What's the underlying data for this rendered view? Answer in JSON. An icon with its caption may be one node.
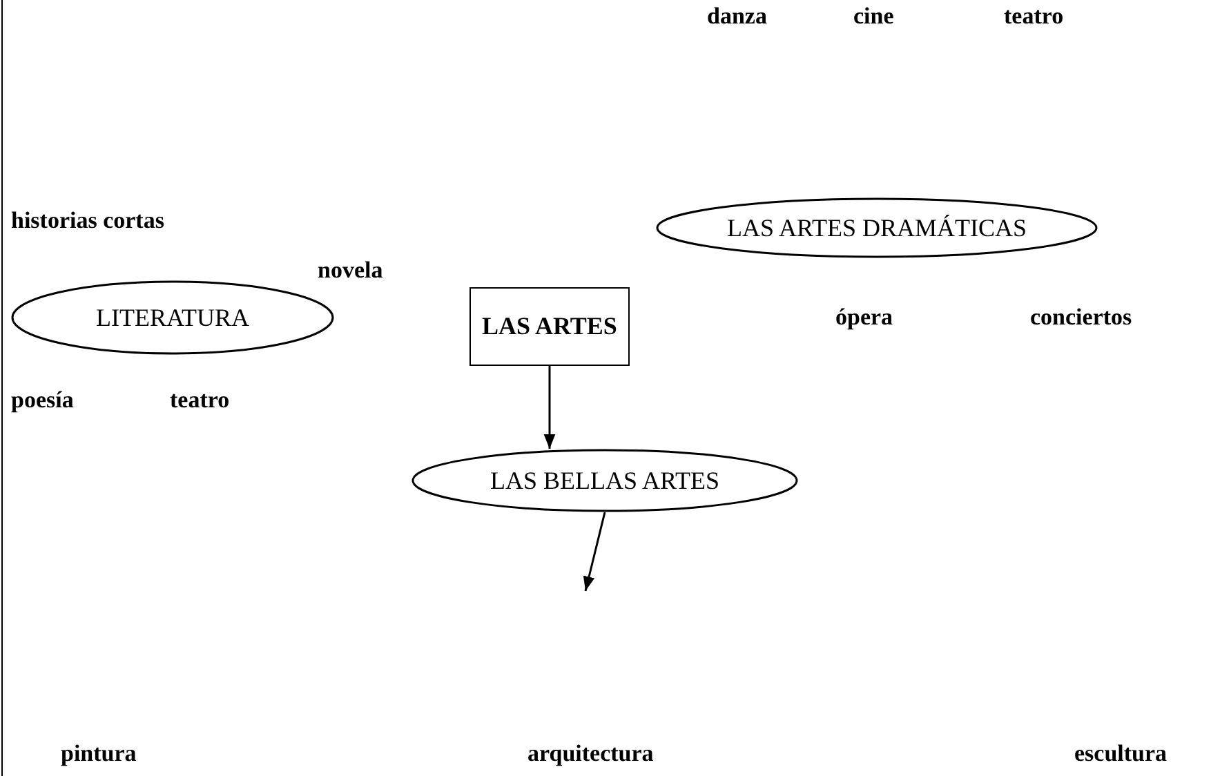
{
  "diagram": {
    "nodes": [
      {
        "text": [
          "LAS ARTES DRAMÁTICAS"
        ]
      },
      {
        "text": [
          "LITERATURA"
        ]
      },
      {
        "text": [
          "LAS ARTES"
        ]
      },
      {
        "text": [
          "LAS BELLAS ARTES"
        ]
      }
    ],
    "edges": [
      {
        "from": 2,
        "to": 3,
        "arrow": "to"
      },
      {
        "from": 3,
        "to": null,
        "arrow": "to"
      }
    ],
    "labels": [
      "danza",
      "cine",
      "teatro",
      "historias cortas",
      "novela",
      "ópera",
      "conciertos",
      "poesía",
      "teatro",
      "pintura",
      "arquitectura",
      "escultura"
    ]
  }
}
